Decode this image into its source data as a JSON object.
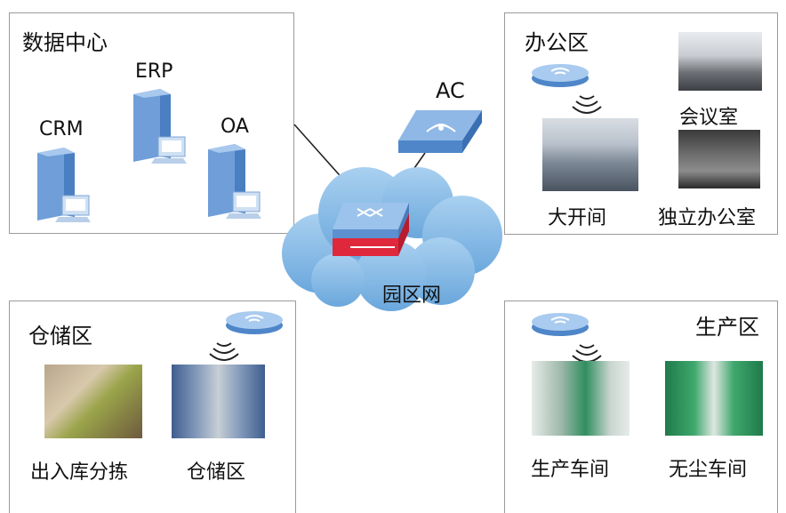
{
  "zones": {
    "datacenter": {
      "title": "数据中心",
      "servers": [
        {
          "label": "ERP"
        },
        {
          "label": "CRM"
        },
        {
          "label": "OA"
        }
      ]
    },
    "office": {
      "title": "办公区",
      "rooms": [
        {
          "label": "会议室"
        },
        {
          "label": "大开间"
        },
        {
          "label": "独立办公室"
        }
      ]
    },
    "warehouse": {
      "title": "仓储区",
      "areas": [
        {
          "label": "出入库分拣"
        },
        {
          "label": "仓储区"
        }
      ]
    },
    "production": {
      "title": "生产区",
      "areas": [
        {
          "label": "生产车间"
        },
        {
          "label": "无尘车间"
        }
      ]
    }
  },
  "network": {
    "controller_label": "AC",
    "campus_label": "园区网"
  },
  "colors": {
    "border": "#9a9a9a",
    "cloud": "#7fb6e3",
    "device_blue": "#5b8fd0",
    "switch_red": "#e0283c",
    "link": "#222222"
  }
}
